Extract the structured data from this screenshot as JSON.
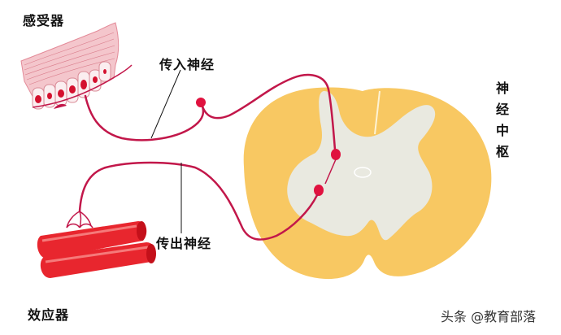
{
  "labels": {
    "receptor": "感受器",
    "afferent_nerve": "传入神经",
    "nerve_center": [
      "神",
      "经",
      "中",
      "枢"
    ],
    "efferent_nerve": "传出神经",
    "effector": "效应器"
  },
  "watermark": "头条 @教育部落",
  "colors": {
    "nerve": "#c2174a",
    "neuron_body": "#e0123f",
    "white_matter": "#f8c862",
    "gray_matter": "#e9e9e0",
    "muscle": "#e8262e",
    "skin": "#f4c6cc"
  }
}
